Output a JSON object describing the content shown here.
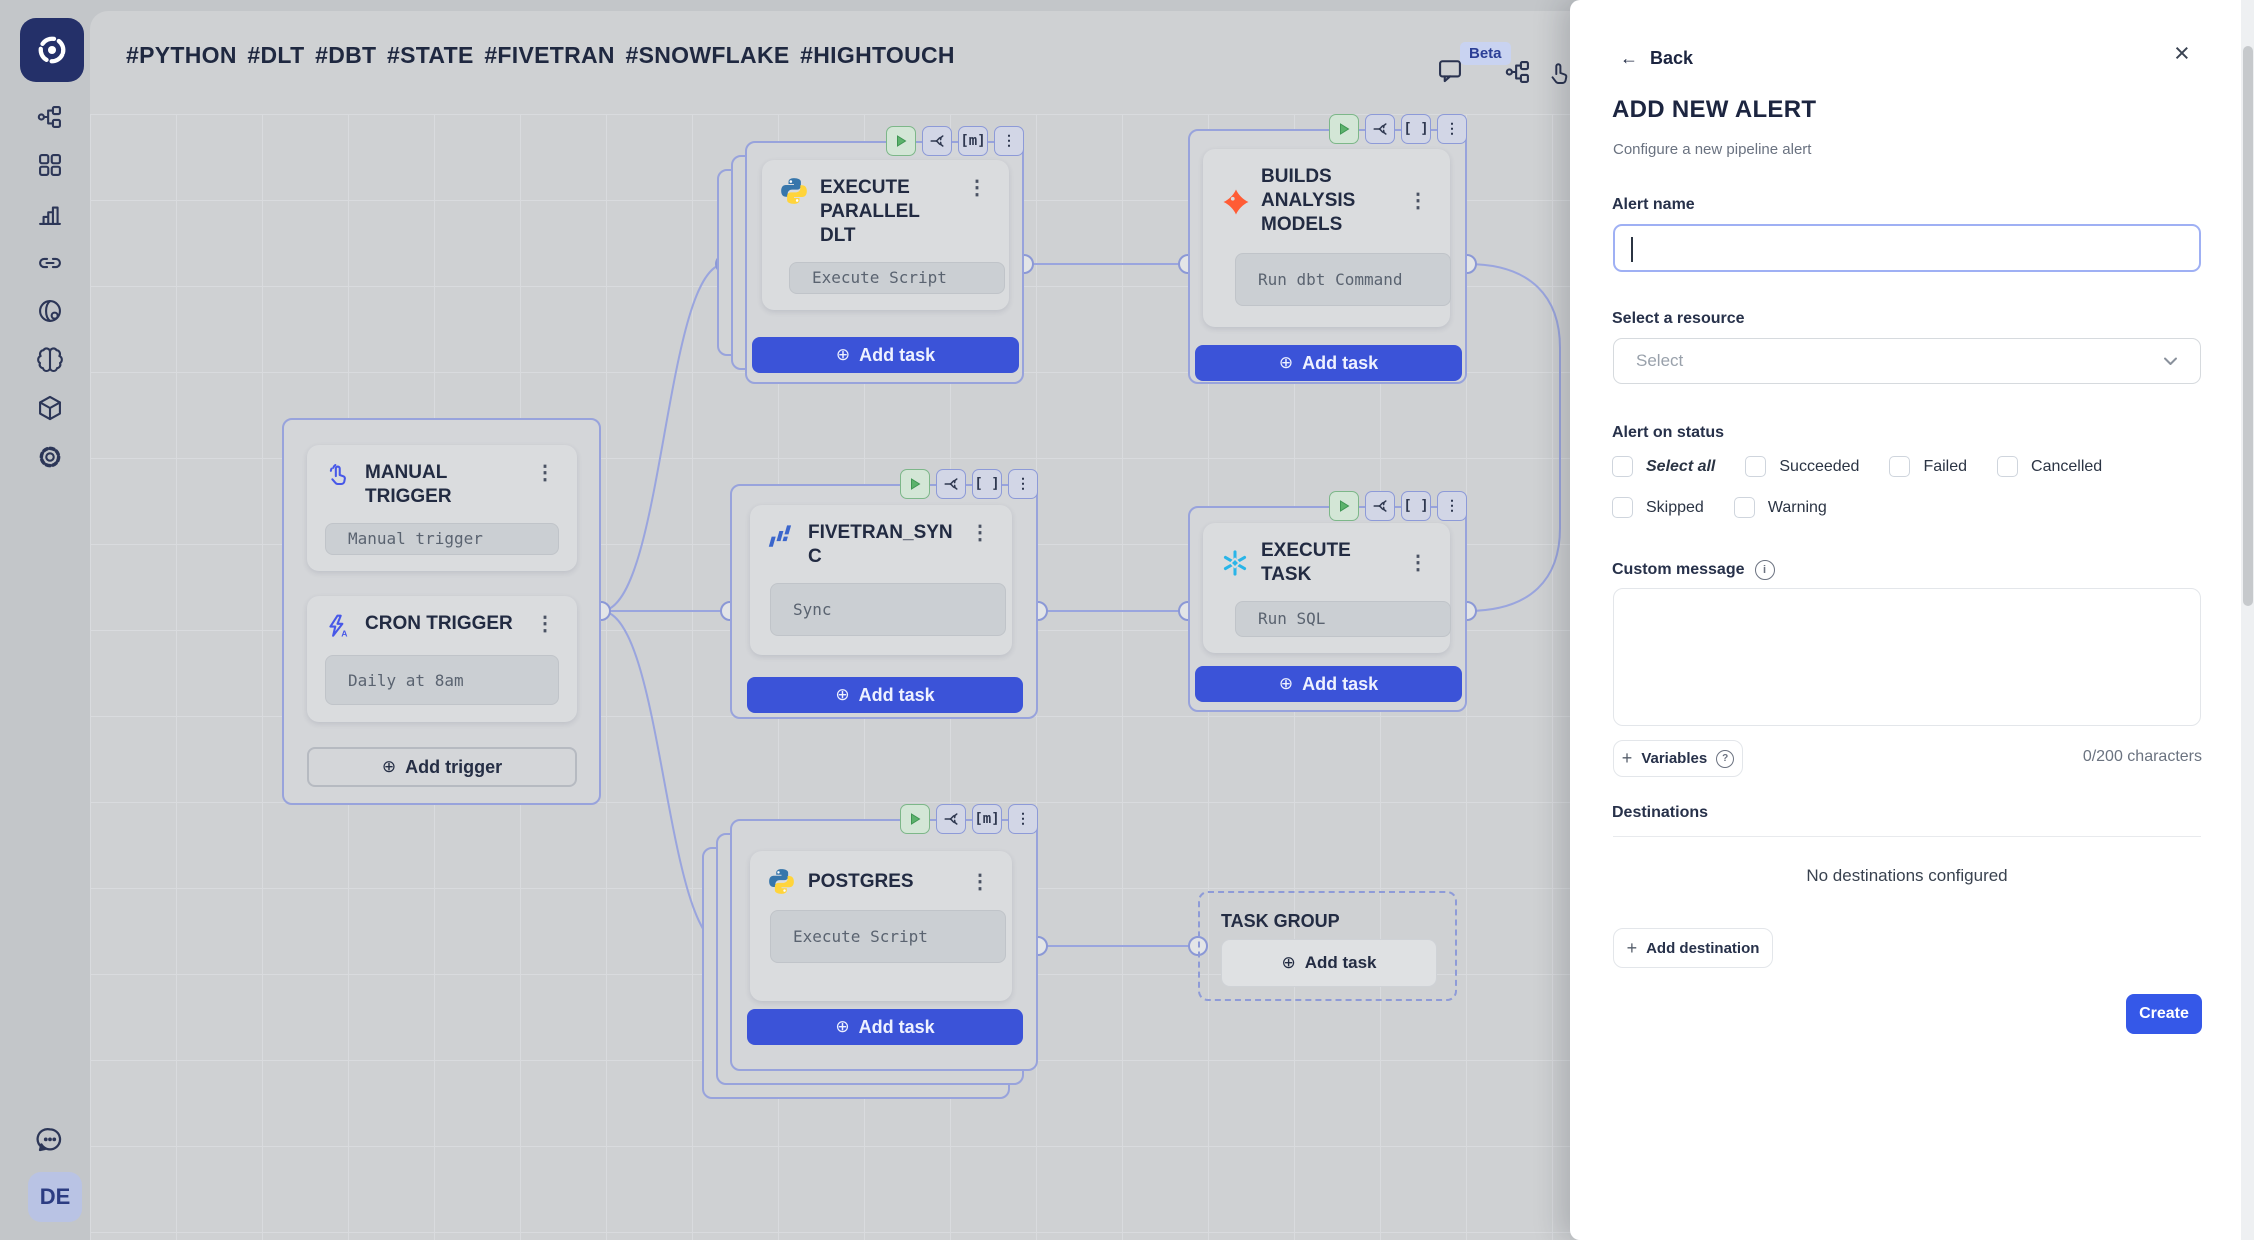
{
  "header": {
    "title": "#PYTHON #DLT #DBT #STATE #FIVETRAN #SNOWFLAKE #HIGHTOUCH",
    "beta_label": "Beta"
  },
  "sidebar": {
    "avatar": "DE"
  },
  "canvas": {
    "common": {
      "add_task": "Add task",
      "plus_circle": "⊕",
      "kebab": "⋮",
      "matrix_badge": "[m]",
      "array_badge": "[ ]"
    },
    "triggers": {
      "manual": {
        "title": "MANUAL TRIGGER",
        "subtitle": "Manual trigger"
      },
      "cron": {
        "title": "CRON TRIGGER",
        "subtitle": "Daily at 8am"
      },
      "add_button": "Add trigger"
    },
    "nodes": {
      "execute_parallel_dlt": {
        "title": "EXECUTE PARALLEL DLT",
        "subtitle": "Execute Script"
      },
      "builds_analysis_models": {
        "title": "BUILDS ANALYSIS MODELS",
        "subtitle": "Run dbt Command"
      },
      "fivetran_sync": {
        "title": "FIVETRAN_SYNC",
        "subtitle": "Sync"
      },
      "execute_task": {
        "title": "EXECUTE TASK",
        "subtitle": "Run SQL"
      },
      "postgres": {
        "title": "POSTGRES",
        "subtitle": "Execute Script"
      },
      "task_group": {
        "title": "TASK GROUP"
      }
    }
  },
  "panel": {
    "back_label": "Back",
    "title": "ADD NEW ALERT",
    "subtitle": "Configure a new pipeline alert",
    "alert_name_label": "Alert name",
    "resource_label": "Select a resource",
    "resource_placeholder": "Select",
    "status_label": "Alert on status",
    "status": {
      "options": [
        "Select all",
        "Succeeded",
        "Failed",
        "Cancelled",
        "Skipped",
        "Warning"
      ]
    },
    "custom_message_label": "Custom message",
    "variables_label": "Variables",
    "counter": "0/200 characters",
    "destinations_label": "Destinations",
    "empty_text": "No destinations configured",
    "add_destination_label": "Add destination",
    "create_label": "Create"
  },
  "colors": {
    "accent_blue": "#3b53d8",
    "create_blue": "#3558e8",
    "edge": "#9aa5de",
    "logo_navy": "#243069",
    "play_green": "#5cb26c"
  }
}
